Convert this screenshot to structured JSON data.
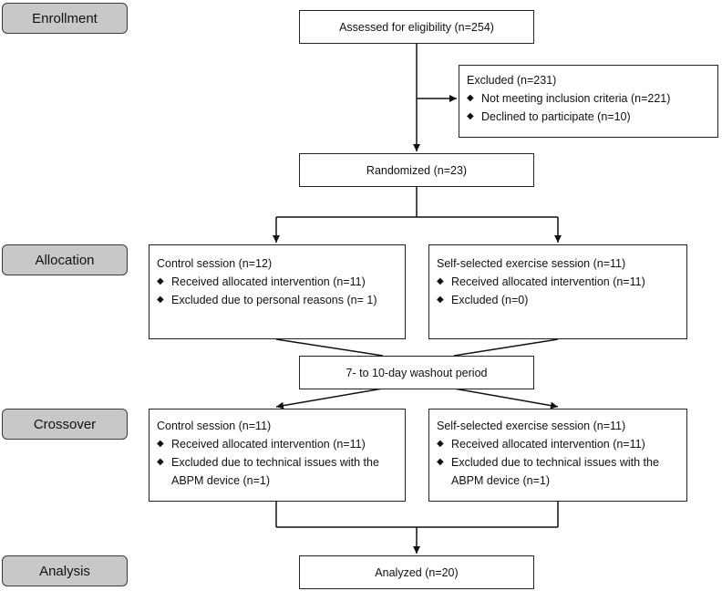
{
  "stages": {
    "enrollment": "Enrollment",
    "allocation": "Allocation",
    "crossover": "Crossover",
    "analysis": "Analysis"
  },
  "assessed": "Assessed for eligibility (n=254)",
  "excluded": {
    "title": "Excluded (n=231)",
    "bullets": [
      "Not meeting inclusion criteria (n=221)",
      "Declined to participate (n=10)"
    ]
  },
  "randomized": "Randomized (n=23)",
  "allocation": {
    "control": {
      "title": "Control session (n=12)",
      "bullets": [
        "Received allocated intervention (n=11)",
        "Excluded due to personal reasons (n= 1)"
      ]
    },
    "exercise": {
      "title": "Self-selected exercise session (n=11)",
      "bullets": [
        "Received allocated intervention (n=11)",
        "Excluded (n=0)"
      ]
    }
  },
  "washout": "7- to 10-day washout period",
  "crossover": {
    "control": {
      "title": "Control session (n=11)",
      "bullets": [
        "Received allocated intervention (n=11)",
        "Excluded due to technical issues with the ABPM device (n=1)"
      ]
    },
    "exercise": {
      "title": "Self-selected exercise session (n=11)",
      "bullets": [
        "Received allocated intervention (n=11)",
        "Excluded due to technical issues with the ABPM device (n=1)"
      ]
    }
  },
  "analyzed": "Analyzed (n=20)",
  "bullet_glyph": "◆"
}
